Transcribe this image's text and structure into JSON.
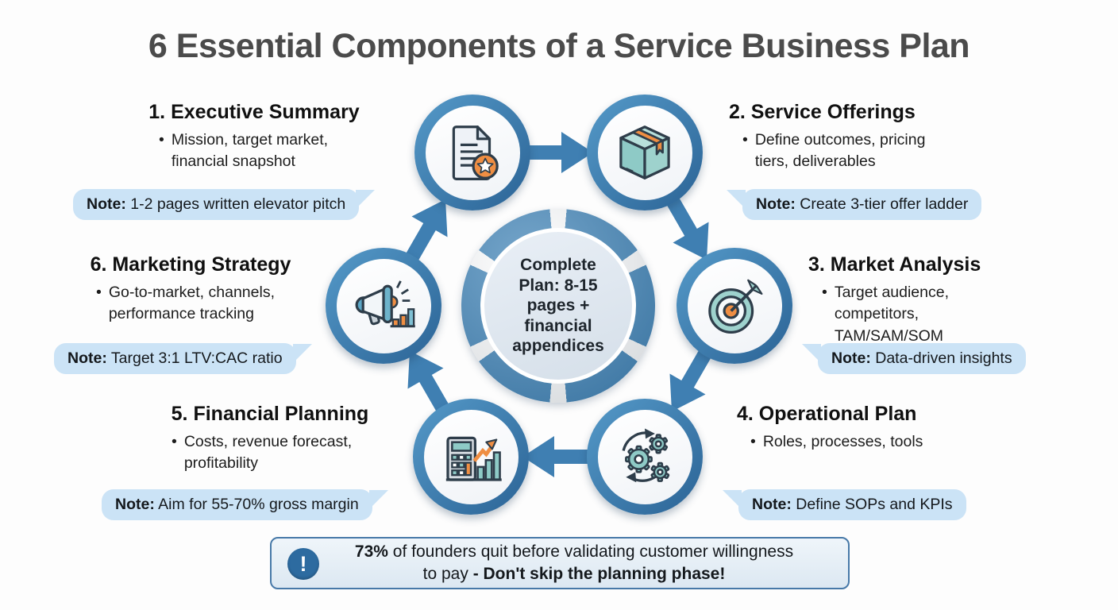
{
  "title": "6 Essential Components of a Service Business Plan",
  "bullet_marker": "•",
  "center": {
    "text": "Complete Plan: 8-15 pages + financial appendices"
  },
  "components": [
    {
      "heading": "1. Executive Summary",
      "bullet": "Mission, target market, financial snapshot",
      "note_label": "Note:",
      "note": "1-2 pages written elevator pitch",
      "icon": "document-star-icon"
    },
    {
      "heading": "2. Service Offerings",
      "bullet": "Define outcomes, pricing tiers, deliverables",
      "note_label": "Note:",
      "note": "Create 3-tier offer ladder",
      "icon": "package-box-icon"
    },
    {
      "heading": "3. Market Analysis",
      "bullet": "Target audience, competitors, TAM/SAM/SOM",
      "note_label": "Note:",
      "note": "Data-driven insights",
      "icon": "target-arrow-icon"
    },
    {
      "heading": "4. Operational Plan",
      "bullet": "Roles, processes, tools",
      "note_label": "Note:",
      "note": "Define SOPs and KPIs",
      "icon": "gears-process-icon"
    },
    {
      "heading": "5. Financial Planning",
      "bullet": "Costs, revenue forecast, profitability",
      "note_label": "Note:",
      "note": "Aim for 55-70% gross margin",
      "icon": "calculator-chart-icon"
    },
    {
      "heading": "6. Marketing Strategy",
      "bullet": "Go-to-market, channels, performance tracking",
      "note_label": "Note:",
      "note": "Target 3:1 LTV:CAC ratio",
      "icon": "megaphone-icon"
    }
  ],
  "footer": {
    "line1_bold": "73%",
    "line1_rest": " of founders quit before validating customer willingness",
    "line2_regular": "to pay ",
    "line2_bold": "- Don't skip the planning phase!",
    "icon": "exclamation-icon",
    "icon_glyph": "!"
  },
  "colors": {
    "ring_blue": "#4285b8",
    "arrow_blue": "#3f7fb2",
    "note_bg": "#cbe3f6",
    "teal": "#8ecac6",
    "orange": "#ef8e43",
    "title_gray": "#4b4b4b",
    "footer_border": "#4779a8",
    "footer_icon_blue": "#2d6ba0"
  }
}
